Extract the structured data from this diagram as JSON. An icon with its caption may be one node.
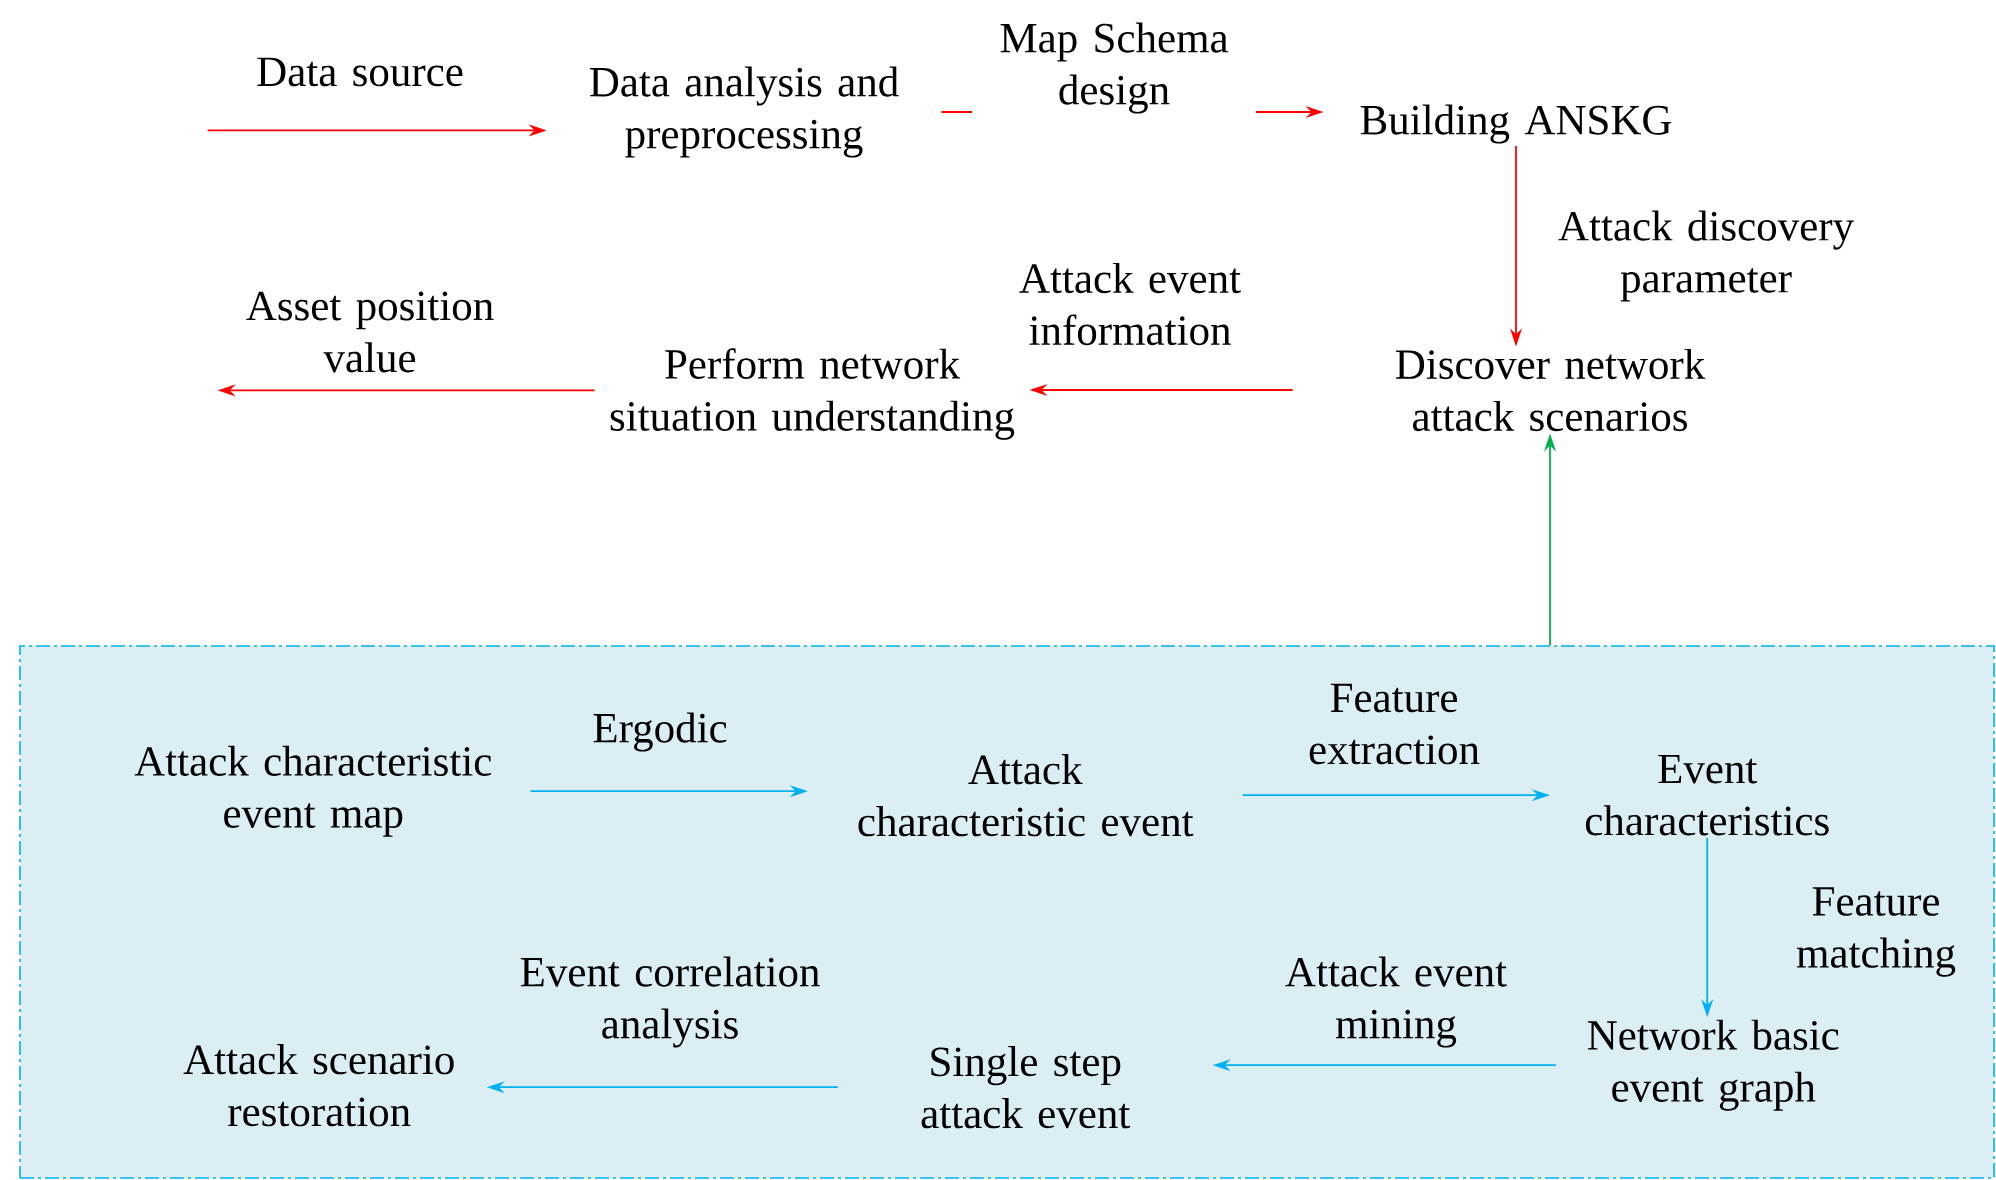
{
  "diagram": {
    "nodes": [
      {
        "text": [
          "Data source"
        ]
      },
      {
        "text": [
          "Data analysis and preprocessing"
        ]
      },
      {
        "text": [
          "Building ANSKG"
        ]
      },
      {
        "text": [
          "Discover network attack scenarios"
        ]
      },
      {
        "text": [
          "Perform network situation understanding"
        ]
      },
      {
        "text": [
          "Asset position value"
        ]
      },
      {
        "text": [],
        "shape": "box"
      },
      {
        "text": [
          "Attack characteristic event map"
        ],
        "in": 6
      },
      {
        "text": [
          "Attack characteristic event"
        ],
        "in": 6
      },
      {
        "text": [
          "Event characteristics"
        ],
        "in": 6
      },
      {
        "text": [
          "Network basic event graph"
        ],
        "in": 6
      },
      {
        "text": [
          "Single step attack event"
        ],
        "in": 6
      },
      {
        "text": [
          "Attack scenario restoration"
        ],
        "in": 6
      }
    ],
    "edges": [
      {
        "from": 0,
        "to": 1,
        "arrow": "to",
        "color": "#ff0000"
      },
      {
        "from": 1,
        "to": 2,
        "arrow": "to",
        "label": "Map Schema design",
        "color": "#ff0000"
      },
      {
        "from": 2,
        "to": 3,
        "arrow": "to",
        "label": "Attack discovery parameter",
        "color": "#ff0000"
      },
      {
        "from": 3,
        "to": 4,
        "arrow": "to",
        "label": "Attack event information",
        "color": "#ff0000"
      },
      {
        "from": 4,
        "to": 5,
        "arrow": "to",
        "color": "#ff0000"
      },
      {
        "from": 6,
        "to": 3,
        "arrow": "to",
        "color": "#00b050"
      },
      {
        "from": 7,
        "to": 8,
        "arrow": "to",
        "label": "Ergodic",
        "color": "#00b0f0"
      },
      {
        "from": 8,
        "to": 9,
        "arrow": "to",
        "label": "Feature extraction",
        "color": "#00b0f0"
      },
      {
        "from": 9,
        "to": 10,
        "arrow": "to",
        "label": "Feature matching",
        "color": "#00b0f0"
      },
      {
        "from": 10,
        "to": 11,
        "arrow": "to",
        "label": "Attack event mining",
        "color": "#00b0f0"
      },
      {
        "from": 11,
        "to": 12,
        "arrow": "to",
        "label": "Event correlation analysis",
        "color": "#00b0f0"
      }
    ]
  }
}
